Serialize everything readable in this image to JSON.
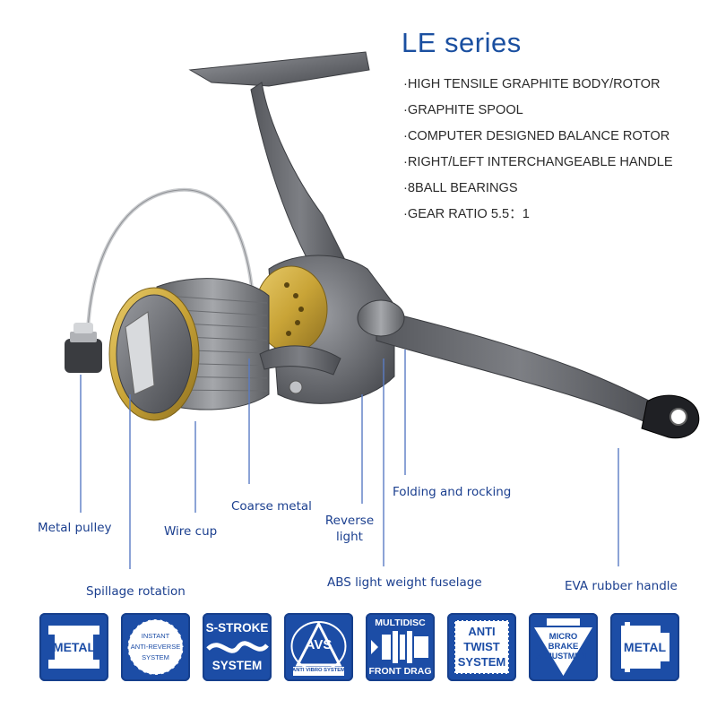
{
  "header": {
    "title": "LE series",
    "specs": [
      "·HIGH TENSILE GRAPHITE BODY/ROTOR",
      "·GRAPHITE SPOOL",
      "·COMPUTER DESIGNED BALANCE ROTOR",
      "·RIGHT/LEFT INTERCHANGEABLE HANDLE",
      "·8BALL BEARINGS",
      "·GEAR RATIO 5.5：1"
    ]
  },
  "callouts": {
    "metal_pulley": "Metal pulley",
    "wire_cup": "Wire cup",
    "coarse_metal": "Coarse metal",
    "reverse_light_1": "Reverse",
    "reverse_light_2": "light",
    "folding_rocking": "Folding and rocking",
    "spillage_rotation": "Spillage rotation",
    "abs_fuselage": "ABS light weight fuselage",
    "eva_handle": "EVA rubber handle"
  },
  "badges": {
    "metal": "METAL",
    "instant_1": "INSTANT",
    "instant_2": "ANTI-REVERSE",
    "instant_3": "SYSTEM",
    "sstroke_1": "S-STROKE",
    "sstroke_2": "SYSTEM",
    "avs_logo": "AVS",
    "avs_caption": "ANTI VIBRO SYSTEM",
    "multidisc_1": "MULTIDISC",
    "multidisc_2": "FRONT DRAG",
    "antitwist_1": "ANTI",
    "antitwist_2": "TWIST",
    "antitwist_3": "SYSTEM",
    "micro_1": "MICRO",
    "micro_2": "BRAKE",
    "micro_3": "ADJUSTMENT",
    "metal2": "METAL"
  },
  "colors": {
    "brand_blue": "#1c4da6",
    "title_blue": "#1a4fa0",
    "callout_blue": "#1b3f8f",
    "reel_gray": "#6e7075",
    "spool_gold": "#c9a437"
  }
}
